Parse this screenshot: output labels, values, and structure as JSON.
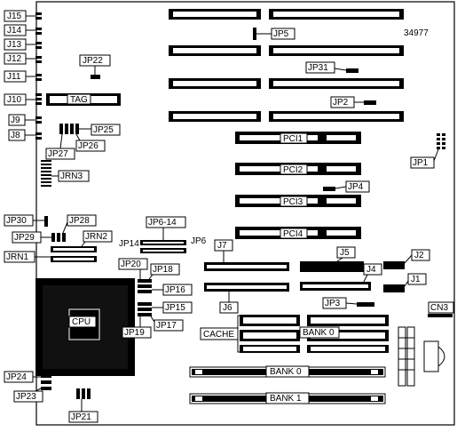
{
  "figure_number": "34977",
  "labels": {
    "J15": "J15",
    "J14": "J14",
    "J13": "J13",
    "J12": "J12",
    "J11": "J11",
    "J10": "J10",
    "J9": "J9",
    "J8": "J8",
    "TAG": "TAG",
    "JP22": "JP22",
    "JP25": "JP25",
    "JP26": "JP26",
    "JP27": "JP27",
    "JRN3": "JRN3",
    "JP5": "JP5",
    "JP31": "JP31",
    "JP2": "JP2",
    "PCI1": "PCI1",
    "PCI2": "PCI2",
    "PCI3": "PCI3",
    "PCI4": "PCI4",
    "JP1": "JP1",
    "JP4": "JP4",
    "JP30": "JP30",
    "JP28": "JP28",
    "JP29": "JP29",
    "JRN2": "JRN2",
    "JRN1": "JRN1",
    "JP6_14": "JP6-14",
    "JP14": "JP14",
    "JP6": "JP6",
    "J7": "J7",
    "J5": "J5",
    "J2": "J2",
    "J4": "J4",
    "J1": "J1",
    "J6": "J6",
    "JP20": "JP20",
    "JP18": "JP18",
    "JP16": "JP16",
    "JP15": "JP15",
    "JP19": "JP19",
    "JP17": "JP17",
    "CPU": "CPU",
    "JP3": "JP3",
    "CN3": "CN3",
    "CACHE": "CACHE",
    "BANK0_CACHE": "BANK 0",
    "BANK0": "BANK 0",
    "BANK1": "BANK 1",
    "JP24": "JP24",
    "JP23": "JP23",
    "JP21": "JP21"
  }
}
